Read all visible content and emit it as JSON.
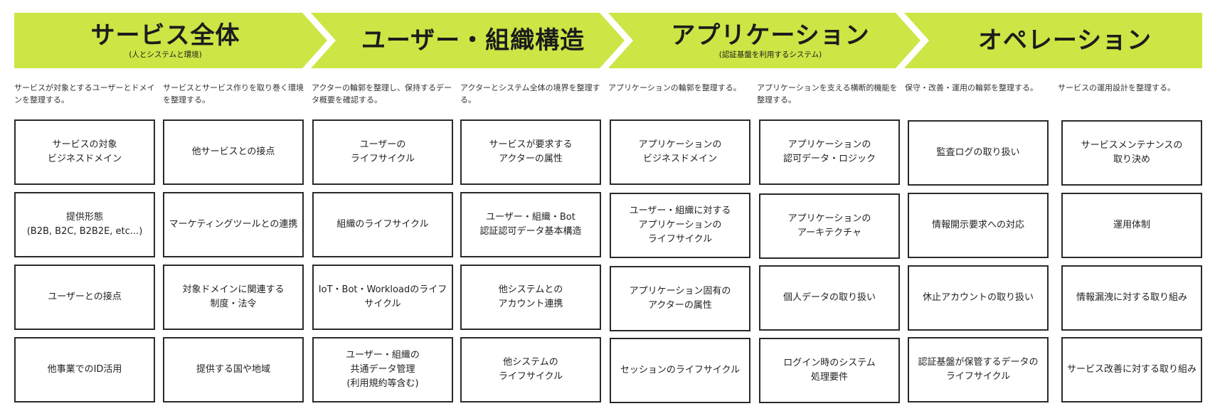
{
  "theme": {
    "band_color": "#CDE545",
    "card_border": "#2a2a2a",
    "text_color": "#222222"
  },
  "sections": [
    {
      "title": "サービス全体",
      "subtitle": "(人とシステムと環境)",
      "columns": [
        {
          "description": "サービスが対象とするユーザーとドメインを整理する。",
          "cards": [
            "サービスの対象\nビジネスドメイン",
            "提供形態\n(B2B, B2C, B2B2E, etc...)",
            "ユーザーとの接点",
            "他事業でのID活用"
          ]
        },
        {
          "description": "サービスとサービス作りを取り巻く環境を整理する。",
          "cards": [
            "他サービスとの接点",
            "マーケティングツールとの連携",
            "対象ドメインに関連する\n制度・法令",
            "提供する国や地域"
          ]
        }
      ]
    },
    {
      "title": "ユーザー・組織構造",
      "subtitle": "",
      "columns": [
        {
          "description": "アクターの輪郭を整理し、保持するデータ概要を確認する。",
          "cards": [
            "ユーザーの\nライフサイクル",
            "組織のライフサイクル",
            "IoT・Bot・Workloadのライフ\nサイクル",
            "ユーザー・組織の\n共通データ管理\n(利用規約等含む)"
          ]
        },
        {
          "description": "アクターとシステム全体の境界を整理する。",
          "cards": [
            "サービスが要求する\nアクターの属性",
            "ユーザー・組織・Bot\n認証認可データ基本構造",
            "他システムとの\nアカウント連携",
            "他システムの\nライフサイクル"
          ]
        }
      ]
    },
    {
      "title": "アプリケーション",
      "subtitle": "(認証基盤を利用するシステム)",
      "columns": [
        {
          "description": "アプリケーションの輪郭を整理する。",
          "cards": [
            "アプリケーションの\nビジネスドメイン",
            "ユーザー・組織に対する\nアプリケーションの\nライフサイクル",
            "アプリケーション固有の\nアクターの属性",
            "セッションのライフサイクル"
          ]
        },
        {
          "description": "アプリケーションを支える横断的機能を整理する。",
          "cards": [
            "アプリケーションの\n認可データ・ロジック",
            "アプリケーションの\nアーキテクチャ",
            "個人データの取り扱い",
            "ログイン時のシステム\n処理要件"
          ]
        }
      ]
    },
    {
      "title": "オペレーション",
      "subtitle": "",
      "columns": [
        {
          "description": "保守・改善・運用の輪郭を整理する。",
          "cards": [
            "監査ログの取り扱い",
            "情報開示要求への対応",
            "休止アカウントの取り扱い",
            "認証基盤が保管するデータの\nライフサイクル"
          ]
        },
        {
          "description": "サービスの運用設計を整理する。",
          "cards": [
            "サービスメンテナンスの\n取り決め",
            "運用体制",
            "情報漏洩に対する取り組み",
            "サービス改善に対する取り組み"
          ]
        }
      ]
    }
  ]
}
